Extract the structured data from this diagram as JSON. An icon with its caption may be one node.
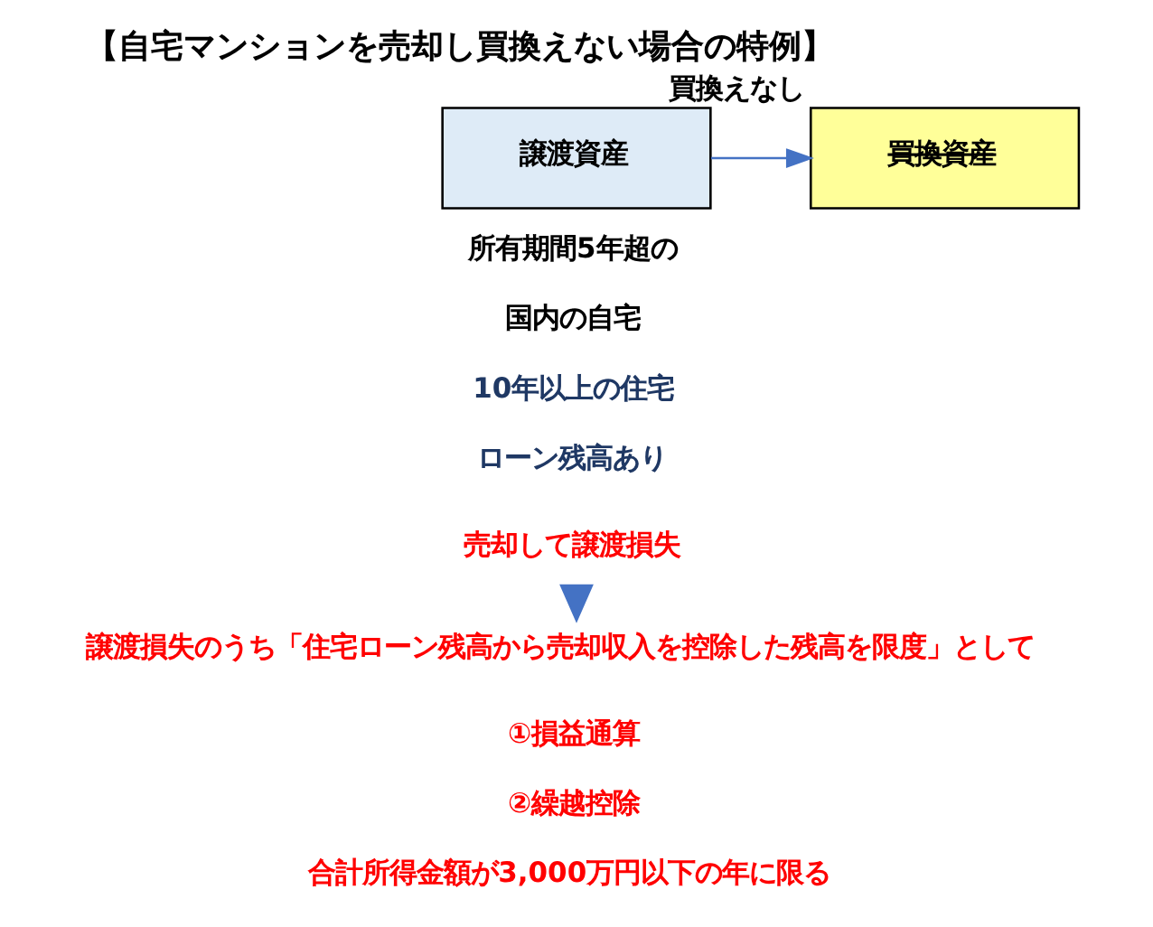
{
  "diagram": {
    "title": "【自宅マンションを売却し買換えない場合の特例】",
    "nodes": [
      {
        "text": [
          "譲渡資産"
        ]
      },
      {
        "text": [
          "買換資産"
        ],
        "beside": [
          "買換えなし"
        ]
      },
      {
        "text": [
          "売却して譲渡損失"
        ]
      },
      {
        "text": [
          "譲渡損失のうち「住宅ローン残高から売却収入を控除した残高を限度」として"
        ]
      }
    ],
    "edges": [
      {
        "from": 0,
        "to": 1,
        "arrow": "to"
      },
      {
        "from": 2,
        "to": 3,
        "arrow": "to",
        "style": "thick"
      }
    ],
    "labels": [
      "所有期間5年超の",
      "国内の自宅",
      "10年以上の住宅",
      "ローン残高あり",
      "①損益通算",
      "②繰越控除",
      "合計所得金額が3,000万円以下の年に限る"
    ]
  }
}
